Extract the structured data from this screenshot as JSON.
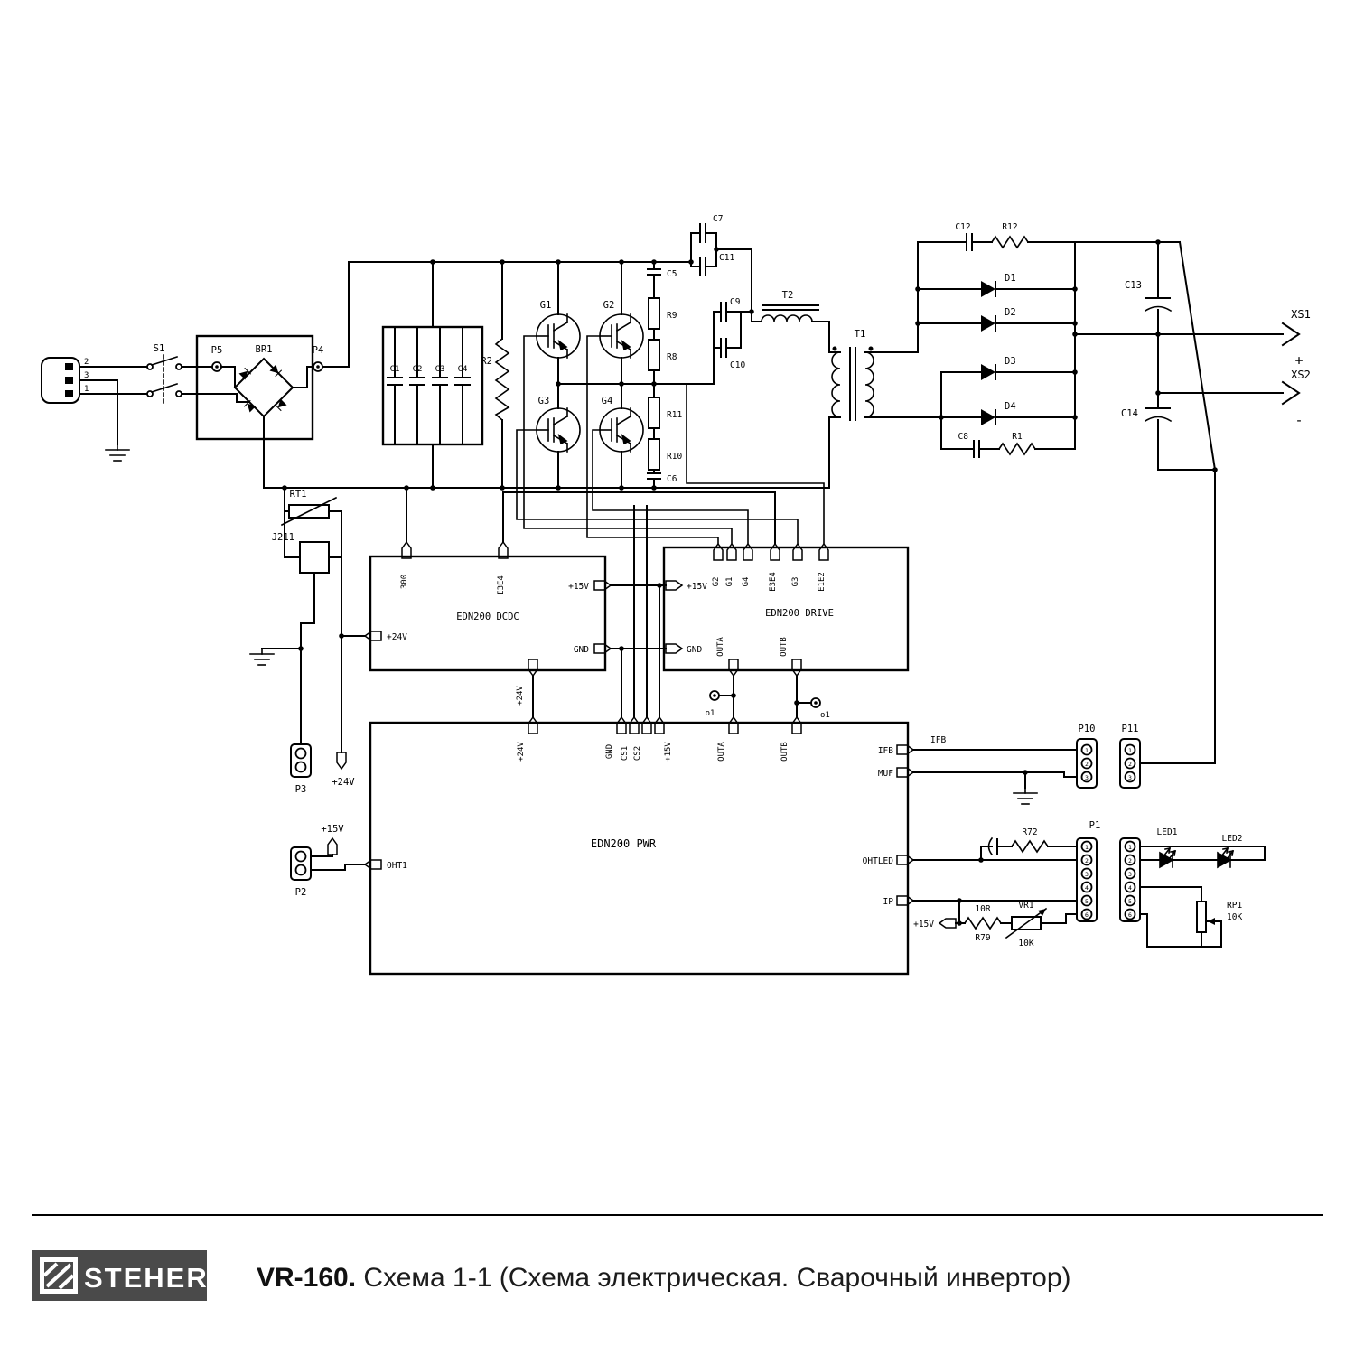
{
  "input": {
    "pin2": "2",
    "pin3": "3",
    "pin1": "1",
    "s1": "S1",
    "p5": "P5",
    "br1": "BR1",
    "p4": "P4",
    "rt1": "RT1",
    "j211": "J211",
    "p3": "P3",
    "p3_net": "+24V",
    "p2": "P2",
    "p2_net": "+15V"
  },
  "bus": {
    "c1": "C1",
    "c2": "C2",
    "c3": "C3",
    "c4": "C4",
    "r2": "R2"
  },
  "igbt": {
    "g1": "G1",
    "g2": "G2",
    "g3": "G3",
    "g4": "G4"
  },
  "ladder": {
    "c5": "C5",
    "r9": "R9",
    "r8": "R8",
    "r11": "R11",
    "r10": "R10",
    "c6": "C6"
  },
  "snub": {
    "c7": "C7",
    "c11": "C11",
    "c9": "C9",
    "c10": "C10"
  },
  "mag": {
    "t2": "T2",
    "t1": "T1"
  },
  "out": {
    "d1": "D1",
    "d2": "D2",
    "d3": "D3",
    "d4": "D4",
    "c12": "C12",
    "r12": "R12",
    "c8": "C8",
    "r1": "R1",
    "c13": "C13",
    "c14": "C14",
    "xs1": "XS1",
    "xs2": "XS2",
    "plus": "+",
    "minus": "-"
  },
  "dcdc": {
    "name": "EDN200 DCDC",
    "p300": "300",
    "e3e4": "E3E4",
    "p15": "+15V",
    "gnd": "GND",
    "p24l": "+24V",
    "p24b": "+24V"
  },
  "drive": {
    "name": "EDN200 DRIVE",
    "g2": "G2",
    "g1": "G1",
    "g4": "G4",
    "e3e4": "E3E4",
    "g3": "G3",
    "e1e2": "E1E2",
    "p15": "+15V",
    "gnd": "GND",
    "outa": "OUTA",
    "outb": "OUTB",
    "tpa": "o1",
    "tpb": "o1"
  },
  "pwr": {
    "name": "EDN200 PWR",
    "p24": "+24V",
    "gnd": "GND",
    "cs1": "CS1",
    "cs2": "CS2",
    "p15": "+15V",
    "outa": "OUTA",
    "outb": "OUTB",
    "oht1": "OHT1",
    "ifb": "IFB",
    "muf": "MUF",
    "ohtled": "OHTLED",
    "ip": "IP"
  },
  "right": {
    "ifb": "IFB",
    "p10": "P10",
    "p11": "P11",
    "p10p": [
      "1",
      "2",
      "3"
    ],
    "p11p": [
      "1",
      "2",
      "3"
    ],
    "p1": "P1",
    "p1l": [
      "1",
      "2",
      "3",
      "4",
      "5",
      "6"
    ],
    "p1r": [
      "1",
      "2",
      "3",
      "4",
      "5",
      "6"
    ],
    "r72": "R72",
    "led1": "LED1",
    "led2": "LED2",
    "rp1": "RP1",
    "rp1v": "10K",
    "p15": "+15V",
    "r79v": "10R",
    "r79": "R79",
    "vr1": "VR1",
    "vr1v": "10K"
  },
  "footer": {
    "brand": "STEHER",
    "model": "VR-160.",
    "caption": " Схема 1-1 (Схема электрическая. Сварочный инвертор)"
  }
}
